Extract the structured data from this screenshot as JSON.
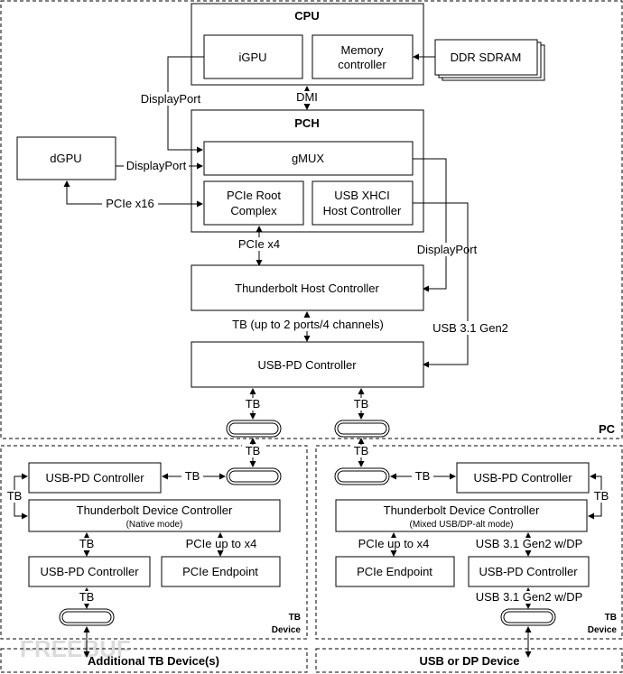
{
  "regions": {
    "pc": "PC",
    "tb_device": "TB",
    "tb_device_sub": "Device",
    "additional_tb": "Additional TB Device(s)",
    "usb_dp": "USB or DP Device"
  },
  "blocks": {
    "cpu": "CPU",
    "igpu": "iGPU",
    "mem_ctrl_1": "Memory",
    "mem_ctrl_2": "controller",
    "ddr": "DDR SDRAM",
    "pch": "PCH",
    "gmux": "gMUX",
    "pcie_root_1": "PCIe Root",
    "pcie_root_2": "Complex",
    "xhci_1": "USB XHCI",
    "xhci_2": "Host Controller",
    "dgpu": "dGPU",
    "tb_host": "Thunderbolt Host Controller",
    "usbpd_pc": "USB-PD Controller",
    "left_usbpd_top": "USB-PD Controller",
    "left_tb_dev": "Thunderbolt Device Controller",
    "left_tb_mode": "(Native mode)",
    "left_usbpd_bot": "USB-PD Controller",
    "left_pcie_ep": "PCIe Endpoint",
    "right_usbpd_top": "USB-PD Controller",
    "right_tb_dev": "Thunderbolt Device Controller",
    "right_tb_mode": "(Mixed USB/DP-alt mode)",
    "right_pcie_ep": "PCIe Endpoint",
    "right_usbpd_bot": "USB-PD Controller"
  },
  "links": {
    "displayport_igpu": "DisplayPort",
    "dmi": "DMI",
    "displayport_dgpu": "DisplayPort",
    "pcie_x16": "PCIe x16",
    "pcie_x4": "PCIe x4",
    "displayport_right": "DisplayPort",
    "tb_ports": "TB (up to 2 ports/4 channels)",
    "usb31": "USB 3.1 Gen2",
    "tb": "TB",
    "pcie_up_to_x4": "PCIe up to x4",
    "usb31_dp": "USB 3.1 Gen2 w/DP"
  }
}
